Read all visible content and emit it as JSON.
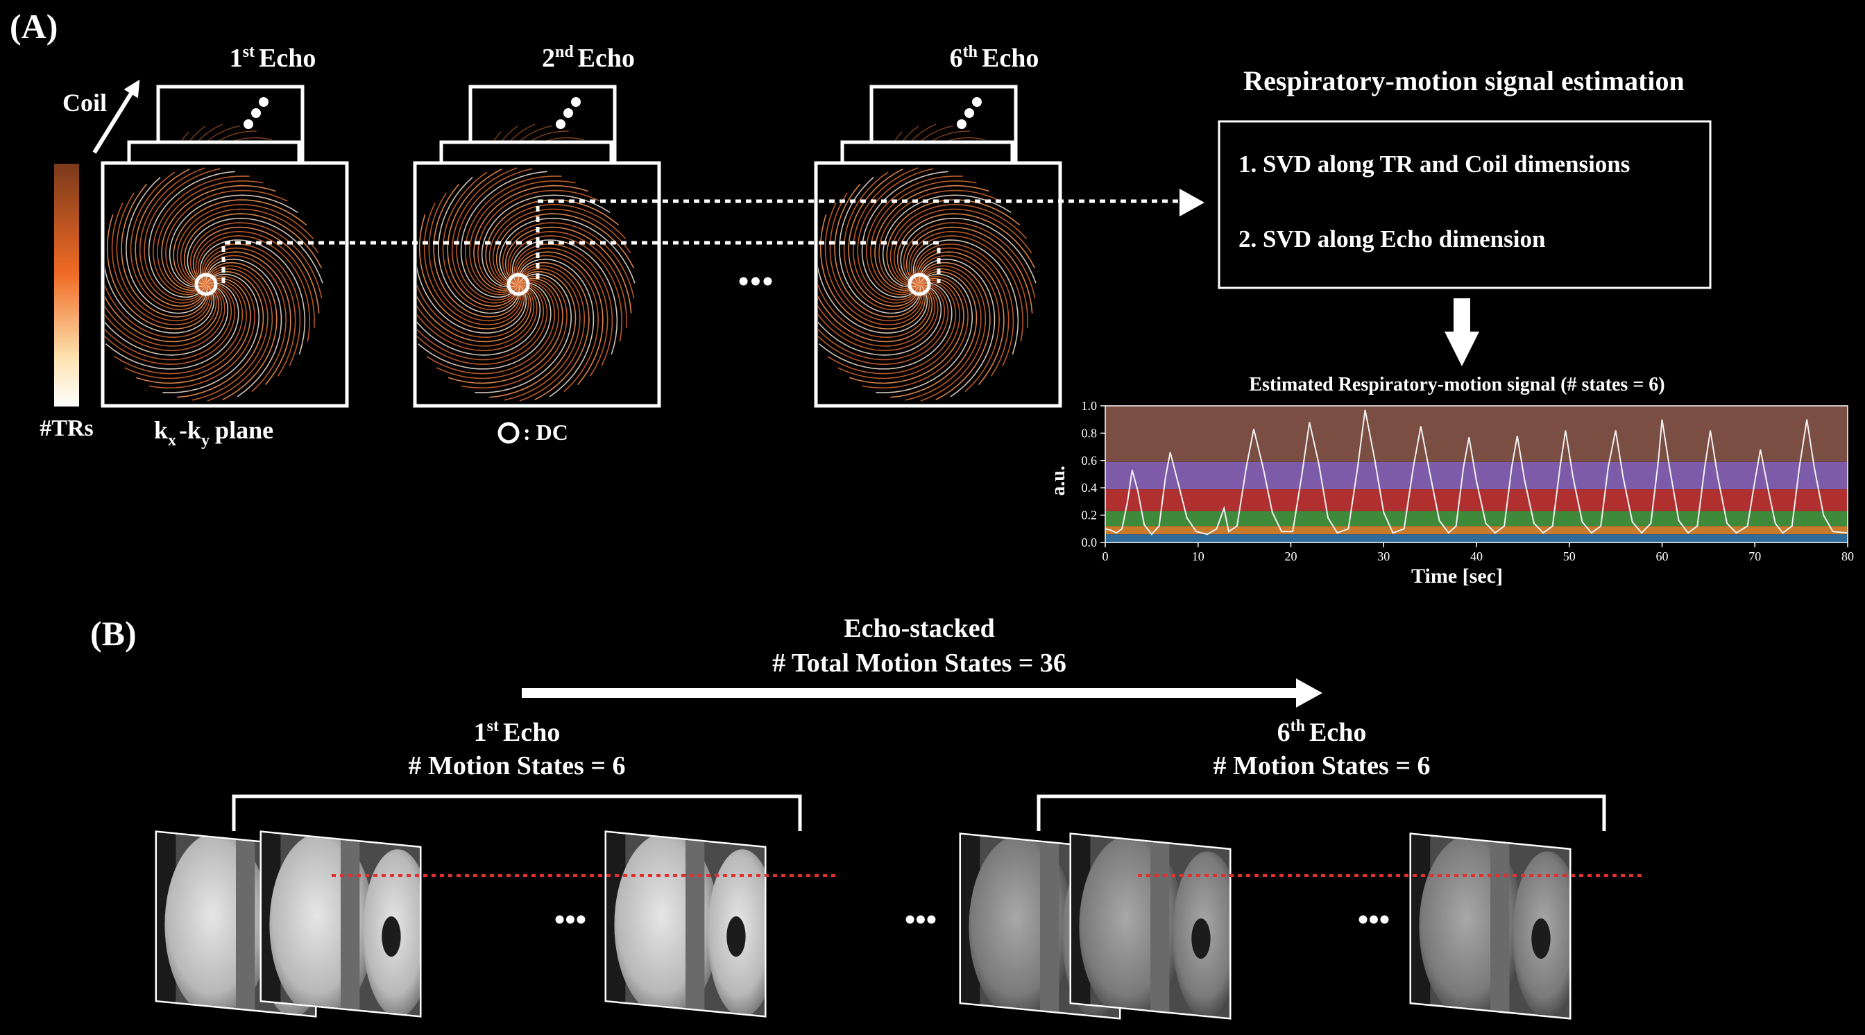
{
  "panel_a": {
    "label": "(A)",
    "coil_label": "Coil",
    "colorbar_label": "#TRs",
    "colors": {
      "colorbar_top": "#7a3a1c",
      "colorbar_mid": "#f06a24",
      "colorbar_bottom": "#ffffff",
      "spiral": "#e8763a",
      "dotted": "#ffffff"
    },
    "echoes": [
      {
        "ordinal": "1",
        "suffix": "st",
        "word": "Echo"
      },
      {
        "ordinal": "2",
        "suffix": "nd",
        "word": "Echo"
      },
      {
        "ordinal": "6",
        "suffix": "th",
        "word": "Echo"
      }
    ],
    "plane_label": {
      "k1": "k",
      "sub1": "x",
      "dash": "-k",
      "sub2": "y",
      "rest": "plane"
    },
    "dc_legend": ": DC",
    "ellipsis": "•••",
    "estimation": {
      "title": "Respiratory-motion signal estimation",
      "steps": [
        "1. SVD along TR and Coil dimensions",
        "2. SVD along Echo dimension"
      ]
    }
  },
  "chart_data": {
    "type": "line",
    "title": "Estimated Respiratory-motion signal (# states = 6)",
    "xlabel": "Time [sec]",
    "ylabel": "a.u.",
    "xlim": [
      0,
      80
    ],
    "ylim": [
      0,
      1
    ],
    "xticks": [
      0,
      10,
      20,
      30,
      40,
      50,
      60,
      70,
      80
    ],
    "yticks": [
      "0.0",
      "0.2",
      "0.4",
      "0.6",
      "0.8",
      "1.0"
    ],
    "bands": [
      {
        "from": 0.0,
        "to": 0.06,
        "color": "#2f6b9a"
      },
      {
        "from": 0.06,
        "to": 0.12,
        "color": "#c8792a"
      },
      {
        "from": 0.12,
        "to": 0.23,
        "color": "#3f8a3a"
      },
      {
        "from": 0.23,
        "to": 0.39,
        "color": "#b03030"
      },
      {
        "from": 0.39,
        "to": 0.59,
        "color": "#7d5ba8"
      },
      {
        "from": 0.59,
        "to": 1.0,
        "color": "#7a4e42"
      }
    ],
    "grid": false,
    "series": [
      {
        "color": "#f2f2f2",
        "values": [
          [
            0,
            0.1
          ],
          [
            0.6,
            0.09
          ],
          [
            1.2,
            0.07
          ],
          [
            1.8,
            0.1
          ],
          [
            2.4,
            0.3
          ],
          [
            2.9,
            0.53
          ],
          [
            3.5,
            0.38
          ],
          [
            4.2,
            0.13
          ],
          [
            5.0,
            0.06
          ],
          [
            5.8,
            0.12
          ],
          [
            6.5,
            0.48
          ],
          [
            7.0,
            0.66
          ],
          [
            7.8,
            0.45
          ],
          [
            8.8,
            0.18
          ],
          [
            9.8,
            0.08
          ],
          [
            11.0,
            0.06
          ],
          [
            12.0,
            0.1
          ],
          [
            12.8,
            0.25
          ],
          [
            13.3,
            0.08
          ],
          [
            14.2,
            0.12
          ],
          [
            15.2,
            0.55
          ],
          [
            16.0,
            0.83
          ],
          [
            17.0,
            0.55
          ],
          [
            18.0,
            0.22
          ],
          [
            19.0,
            0.08
          ],
          [
            20.2,
            0.08
          ],
          [
            21.2,
            0.5
          ],
          [
            22.0,
            0.88
          ],
          [
            23.0,
            0.58
          ],
          [
            24.0,
            0.18
          ],
          [
            25.0,
            0.07
          ],
          [
            26.2,
            0.1
          ],
          [
            27.2,
            0.55
          ],
          [
            28.0,
            0.97
          ],
          [
            29.0,
            0.62
          ],
          [
            30.0,
            0.22
          ],
          [
            31.0,
            0.07
          ],
          [
            32.2,
            0.1
          ],
          [
            33.2,
            0.55
          ],
          [
            34.0,
            0.85
          ],
          [
            35.0,
            0.5
          ],
          [
            36.0,
            0.16
          ],
          [
            37.0,
            0.07
          ],
          [
            37.8,
            0.12
          ],
          [
            38.6,
            0.55
          ],
          [
            39.2,
            0.77
          ],
          [
            40.0,
            0.45
          ],
          [
            41.0,
            0.14
          ],
          [
            42.0,
            0.07
          ],
          [
            43.0,
            0.12
          ],
          [
            43.8,
            0.55
          ],
          [
            44.4,
            0.78
          ],
          [
            45.2,
            0.45
          ],
          [
            46.2,
            0.14
          ],
          [
            47.2,
            0.07
          ],
          [
            48.2,
            0.12
          ],
          [
            49.0,
            0.55
          ],
          [
            49.6,
            0.82
          ],
          [
            50.4,
            0.48
          ],
          [
            51.4,
            0.15
          ],
          [
            52.4,
            0.07
          ],
          [
            53.4,
            0.12
          ],
          [
            54.2,
            0.55
          ],
          [
            55.0,
            0.82
          ],
          [
            55.8,
            0.48
          ],
          [
            56.8,
            0.15
          ],
          [
            57.8,
            0.07
          ],
          [
            58.8,
            0.14
          ],
          [
            59.6,
            0.6
          ],
          [
            60.0,
            0.9
          ],
          [
            60.8,
            0.55
          ],
          [
            61.8,
            0.16
          ],
          [
            62.8,
            0.07
          ],
          [
            63.8,
            0.12
          ],
          [
            64.6,
            0.55
          ],
          [
            65.2,
            0.82
          ],
          [
            66.0,
            0.48
          ],
          [
            67.0,
            0.14
          ],
          [
            68.0,
            0.07
          ],
          [
            69.2,
            0.12
          ],
          [
            70.0,
            0.45
          ],
          [
            70.6,
            0.68
          ],
          [
            71.4,
            0.4
          ],
          [
            72.2,
            0.14
          ],
          [
            73.0,
            0.07
          ],
          [
            74.0,
            0.12
          ],
          [
            74.8,
            0.55
          ],
          [
            75.6,
            0.9
          ],
          [
            76.4,
            0.55
          ],
          [
            77.4,
            0.2
          ],
          [
            78.4,
            0.08
          ],
          [
            80,
            0.07
          ]
        ]
      }
    ]
  },
  "panel_b": {
    "label": "(B)",
    "header": [
      "Echo-stacked",
      "# Total Motion States = 36"
    ],
    "groups": [
      {
        "ordinal": "1",
        "suffix": "st",
        "word": "Echo",
        "states": "# Motion States = 6"
      },
      {
        "ordinal": "6",
        "suffix": "th",
        "word": "Echo",
        "states": "# Motion States = 6"
      }
    ],
    "ellipsis": "•••",
    "colors": {
      "guide_line": "#e03030",
      "mri_dark": "#1c1c1c"
    }
  }
}
